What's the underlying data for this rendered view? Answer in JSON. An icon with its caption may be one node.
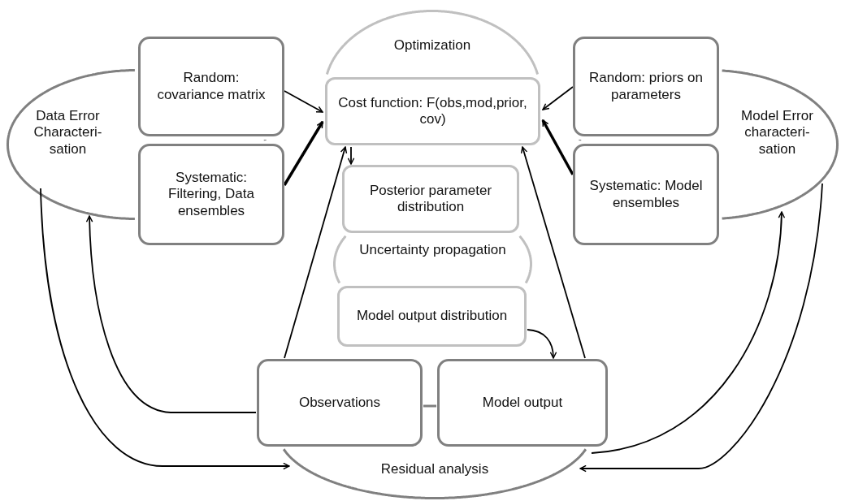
{
  "diagram": {
    "nodes": [
      {
        "text": [
          "Data Error Characteri- sation"
        ]
      },
      {
        "text": [
          "Random: covariance matrix"
        ]
      },
      {
        "text": [
          "Systematic: Filtering, Data ensembles"
        ]
      },
      {
        "text": [
          "Optimization"
        ]
      },
      {
        "text": [
          "Cost function: F(obs,mod,prior, cov)"
        ]
      },
      {
        "text": [
          "Posterior parameter distribution"
        ]
      },
      {
        "text": [
          "Uncertainty propagation"
        ]
      },
      {
        "text": [
          "Model output distribution"
        ]
      },
      {
        "text": [
          "Random: priors on parameters"
        ]
      },
      {
        "text": [
          "Systematic: Model ensembles"
        ]
      },
      {
        "text": [
          "Model Error characteri- sation"
        ]
      },
      {
        "text": [
          "Observations"
        ]
      },
      {
        "text": [
          "Model output"
        ]
      },
      {
        "text": [
          "Residual analysis"
        ]
      }
    ],
    "edges": [
      {
        "from": 1,
        "to": 4,
        "arrow": "to"
      },
      {
        "from": 2,
        "to": 4,
        "arrow": "to",
        "style": "thick"
      },
      {
        "from": 8,
        "to": 4,
        "arrow": "to"
      },
      {
        "from": 9,
        "to": 4,
        "arrow": "to",
        "style": "thick"
      },
      {
        "from": 4,
        "to": 5,
        "arrow": "to"
      },
      {
        "from": 11,
        "to": 4,
        "arrow": "to"
      },
      {
        "from": 12,
        "to": 4,
        "arrow": "to"
      },
      {
        "from": 7,
        "to": 12,
        "arrow": "to"
      },
      {
        "from": 11,
        "to": 12,
        "arrow": "none",
        "color": "#808080"
      },
      {
        "from": 11,
        "to": 0,
        "arrow": "to"
      },
      {
        "from": 0,
        "to": 13,
        "arrow": "to"
      },
      {
        "from": 13,
        "to": 10,
        "arrow": "to"
      },
      {
        "from": 10,
        "to": 13,
        "arrow": "to"
      }
    ]
  }
}
